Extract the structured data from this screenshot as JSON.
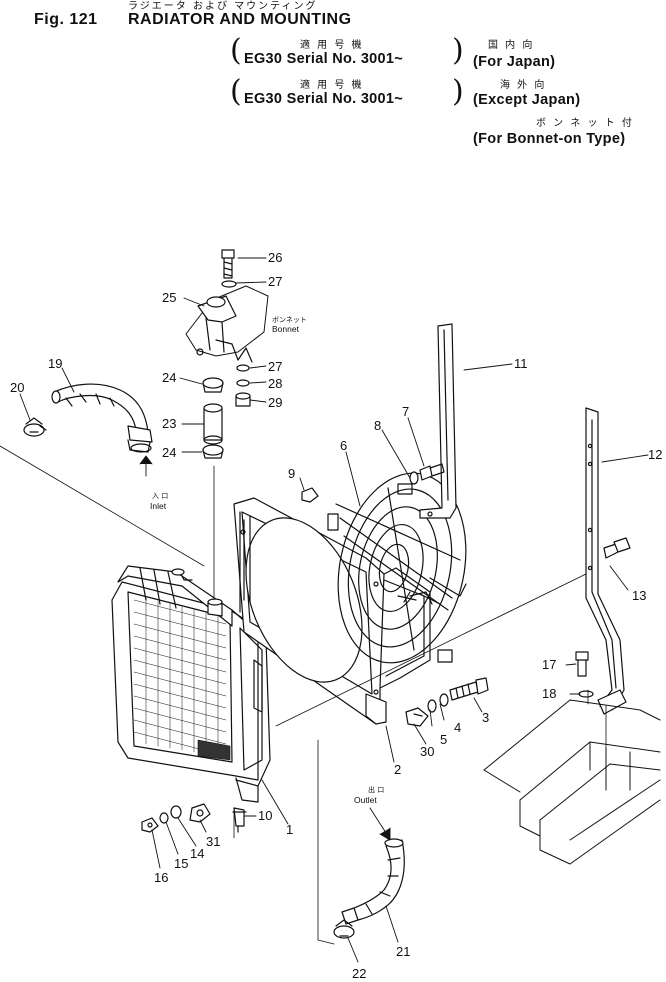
{
  "header": {
    "jp_title": "ラジエータ および マウンティング",
    "fig_label": "Fig. 121",
    "title": "RADIATOR AND MOUNTING",
    "row1_jp": "適 用 号 機",
    "row1_serial": "EG30 Serial No. 3001~",
    "row1_dest_jp": "国 内 向",
    "row1_dest": "(For Japan)",
    "row2_jp": "適 用 号 機",
    "row2_serial": "EG30 Serial No. 3001~",
    "row2_dest_jp": "海 外 向",
    "row2_dest": "(Except Japan)",
    "row3_dest_jp": "ボ ン ネ ッ ト 付",
    "row3_dest": "(For Bonnet-on Type)"
  },
  "annotations": {
    "bonnet_jp": "ボンネット",
    "bonnet": "Bonnet",
    "inlet_jp": "入 口",
    "inlet": "Inlet",
    "outlet_jp": "出 口",
    "outlet": "Outlet"
  },
  "part_numbers": {
    "p1": "1",
    "p2": "2",
    "p3": "3",
    "p4": "4",
    "p5": "5",
    "p6": "6",
    "p7": "7",
    "p8": "8",
    "p9": "9",
    "p10": "10",
    "p11": "11",
    "p12": "12",
    "p13": "13",
    "p14": "14",
    "p15": "15",
    "p16": "16",
    "p17": "17",
    "p18": "18",
    "p19": "19",
    "p20": "20",
    "p21": "21",
    "p22": "22",
    "p23": "23",
    "p24a": "24",
    "p24b": "24",
    "p25": "25",
    "p26": "26",
    "p27a": "27",
    "p27b": "27",
    "p28": "28",
    "p29": "29",
    "p30": "30",
    "p31": "31"
  }
}
